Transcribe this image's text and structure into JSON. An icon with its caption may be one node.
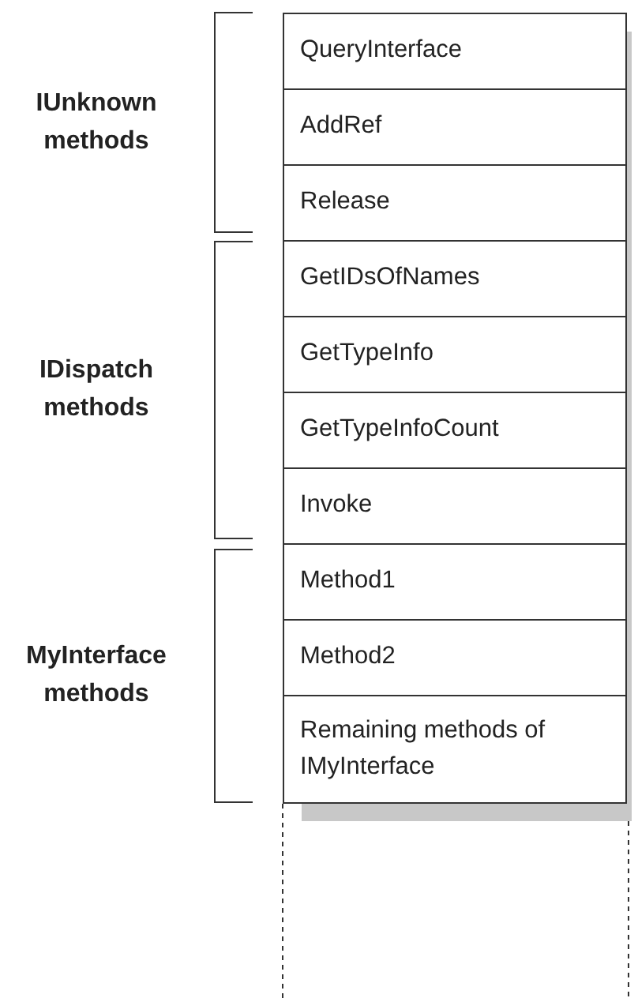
{
  "diagram": {
    "nodes": [
      {
        "text": [
          "QueryInterface"
        ]
      },
      {
        "text": [
          "AddRef"
        ]
      },
      {
        "text": [
          "Release"
        ]
      },
      {
        "text": [
          "GetIDsOfNames"
        ]
      },
      {
        "text": [
          "GetTypeInfo"
        ]
      },
      {
        "text": [
          "GetTypeInfoCount"
        ]
      },
      {
        "text": [
          "Invoke"
        ]
      },
      {
        "text": [
          "Method1"
        ]
      },
      {
        "text": [
          "Method2"
        ]
      },
      {
        "text": [
          "Remaining methods of IMyInterface"
        ]
      }
    ],
    "edges": [],
    "labels": [
      "IUnknown methods",
      "IDispatch methods",
      "MyInterface methods"
    ]
  }
}
